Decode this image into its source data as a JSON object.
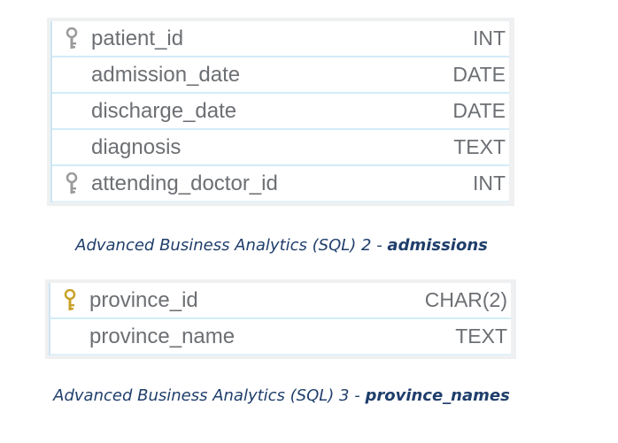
{
  "tables": [
    {
      "rows": [
        {
          "name": "patient_id",
          "type": "INT",
          "key": "gray"
        },
        {
          "name": "admission_date",
          "type": "DATE",
          "key": null
        },
        {
          "name": "discharge_date",
          "type": "DATE",
          "key": null
        },
        {
          "name": "diagnosis",
          "type": "TEXT",
          "key": null
        },
        {
          "name": "attending_doctor_id",
          "type": "INT",
          "key": "gray"
        }
      ],
      "caption_prefix": "Advanced Business Analytics (SQL) 2 - ",
      "caption_table": "admissions"
    },
    {
      "rows": [
        {
          "name": "province_id",
          "type": "CHAR(2)",
          "key": "gold"
        },
        {
          "name": "province_name",
          "type": "TEXT",
          "key": null
        }
      ],
      "caption_prefix": "Advanced Business Analytics (SQL) 3 - ",
      "caption_table": "province_names"
    }
  ],
  "colors": {
    "key_gray": "#9a9a9a",
    "key_gold": "#c9a227"
  },
  "icons": {
    "primary_key": "key-icon",
    "foreign_key": "key-icon"
  }
}
